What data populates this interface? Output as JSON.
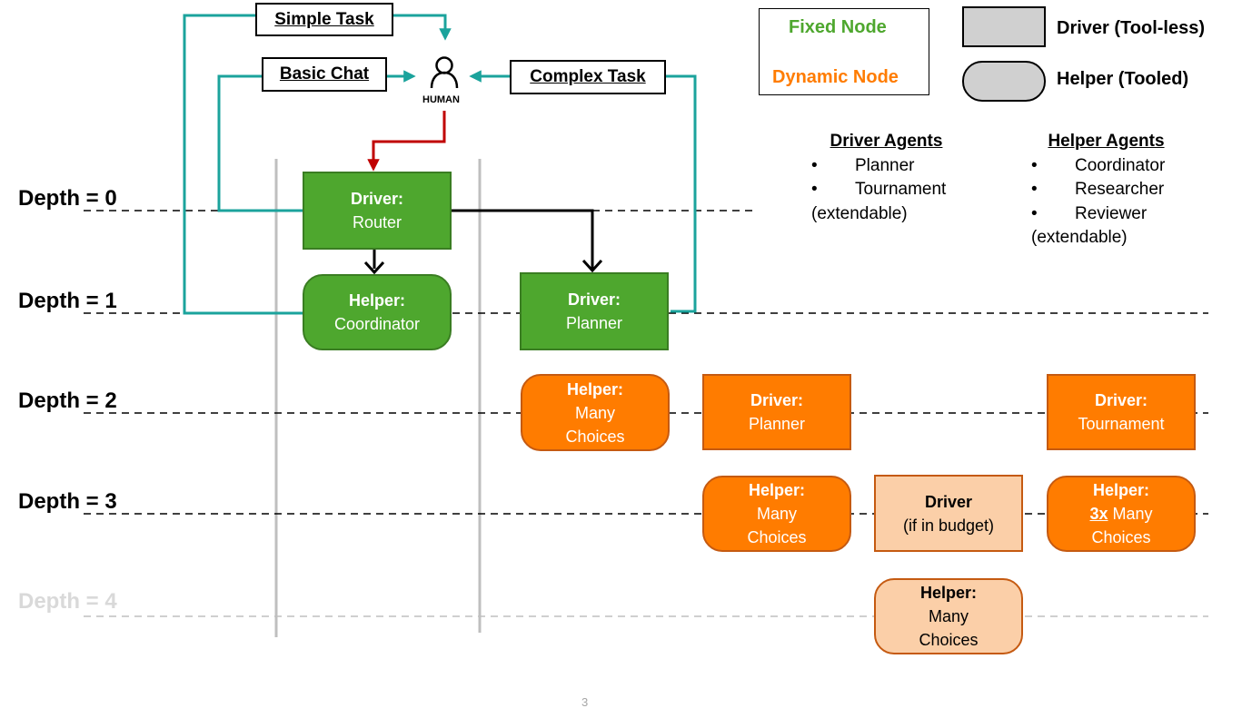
{
  "legend": {
    "fixed_node": "Fixed Node",
    "dynamic_node": "Dynamic Node",
    "driver_label": "Driver (Tool-less)",
    "helper_label": "Helper (Tooled)"
  },
  "agents": {
    "driver": {
      "heading": "Driver Agents",
      "items": [
        "Planner",
        "Tournament"
      ],
      "footer": "(extendable)"
    },
    "helper": {
      "heading": "Helper Agents",
      "items": [
        "Coordinator",
        "Researcher",
        "Reviewer"
      ],
      "footer": "(extendable)"
    }
  },
  "tasks": {
    "simple": "Simple Task",
    "basic": "Basic Chat",
    "complex": "Complex Task"
  },
  "human": {
    "label": "HUMAN"
  },
  "depths": [
    "Depth = 0",
    "Depth = 1",
    "Depth = 2",
    "Depth = 3",
    "Depth = 4"
  ],
  "nodes": {
    "router": {
      "title": "Driver:",
      "sub": "Router"
    },
    "coordinator": {
      "title": "Helper:",
      "sub": "Coordinator"
    },
    "planner_d1": {
      "title": "Driver:",
      "sub": "Planner"
    },
    "helper_d2": {
      "title": "Helper:",
      "line1": "Many",
      "line2": "Choices"
    },
    "planner_d2": {
      "title": "Driver:",
      "sub": "Planner"
    },
    "tournament_d2": {
      "title": "Driver:",
      "sub": "Tournament"
    },
    "helper_d3": {
      "title": "Helper:",
      "line1": "Many",
      "line2": "Choices"
    },
    "driver_budget_d3": {
      "title": "Driver",
      "sub": "(if in budget)"
    },
    "helper3x_d3": {
      "title": "Helper:",
      "mult": "3x",
      "rest": " Many",
      "line2": "Choices"
    },
    "helper_d4": {
      "title": "Helper:",
      "line1": "Many",
      "line2": "Choices"
    }
  },
  "page_number": "3",
  "colors": {
    "fixed_green": "#4ea72e",
    "dynamic_orange": "#ff7c00",
    "budget_peach": "#fbcfa8",
    "return_teal": "#1ba39c",
    "human_route_red": "#c00000"
  }
}
